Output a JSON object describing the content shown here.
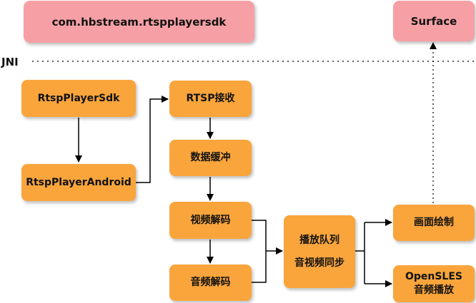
{
  "jni_label": "JNI",
  "nodes": {
    "pkg": "com.hbstream.rtspplayersdk",
    "surface": "Surface",
    "sdk": "RtspPlayerSdk",
    "android": "RtspPlayerAndroid",
    "rtsp": "RTSP接收",
    "buffer": "数据缓冲",
    "vdec": "视频解码",
    "adec": "音频解码",
    "queue_line1": "播放队列",
    "queue_line2": "音视频同步",
    "render": "画面绘制",
    "audio_line1": "OpenSLES",
    "audio_line2": "音频播放"
  },
  "colors": {
    "node": "#f9a53c",
    "top_node": "#f6a0a5",
    "line": "#000000"
  }
}
